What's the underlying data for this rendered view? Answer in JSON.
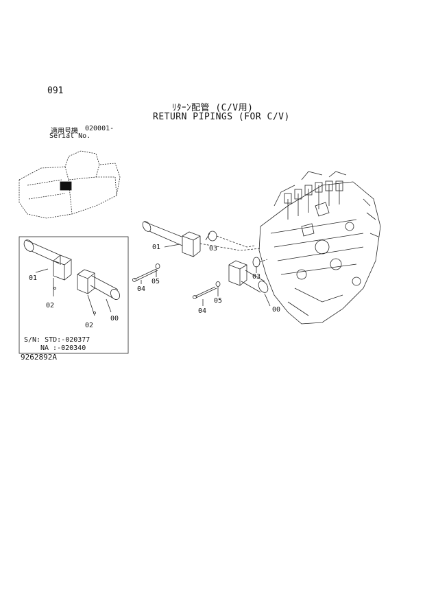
{
  "page": {
    "number": "091",
    "title_jp": "ﾘﾀｰﾝ配管 (C/V用)",
    "title_en": "RETURN PIPINGS (FOR C/V)",
    "serial_jp": "適用号機",
    "serial_from": "020001-",
    "serial_en": "Serial No.",
    "drawing_number": "9262892A"
  },
  "inset": {
    "sn_line": "S/N: STD:-020377",
    "na_line": "NA  :-020340",
    "callouts": [
      "01",
      "02",
      "02",
      "00"
    ]
  },
  "main": {
    "callouts": [
      "01",
      "03",
      "04",
      "05",
      "03",
      "05",
      "04",
      "00"
    ]
  }
}
